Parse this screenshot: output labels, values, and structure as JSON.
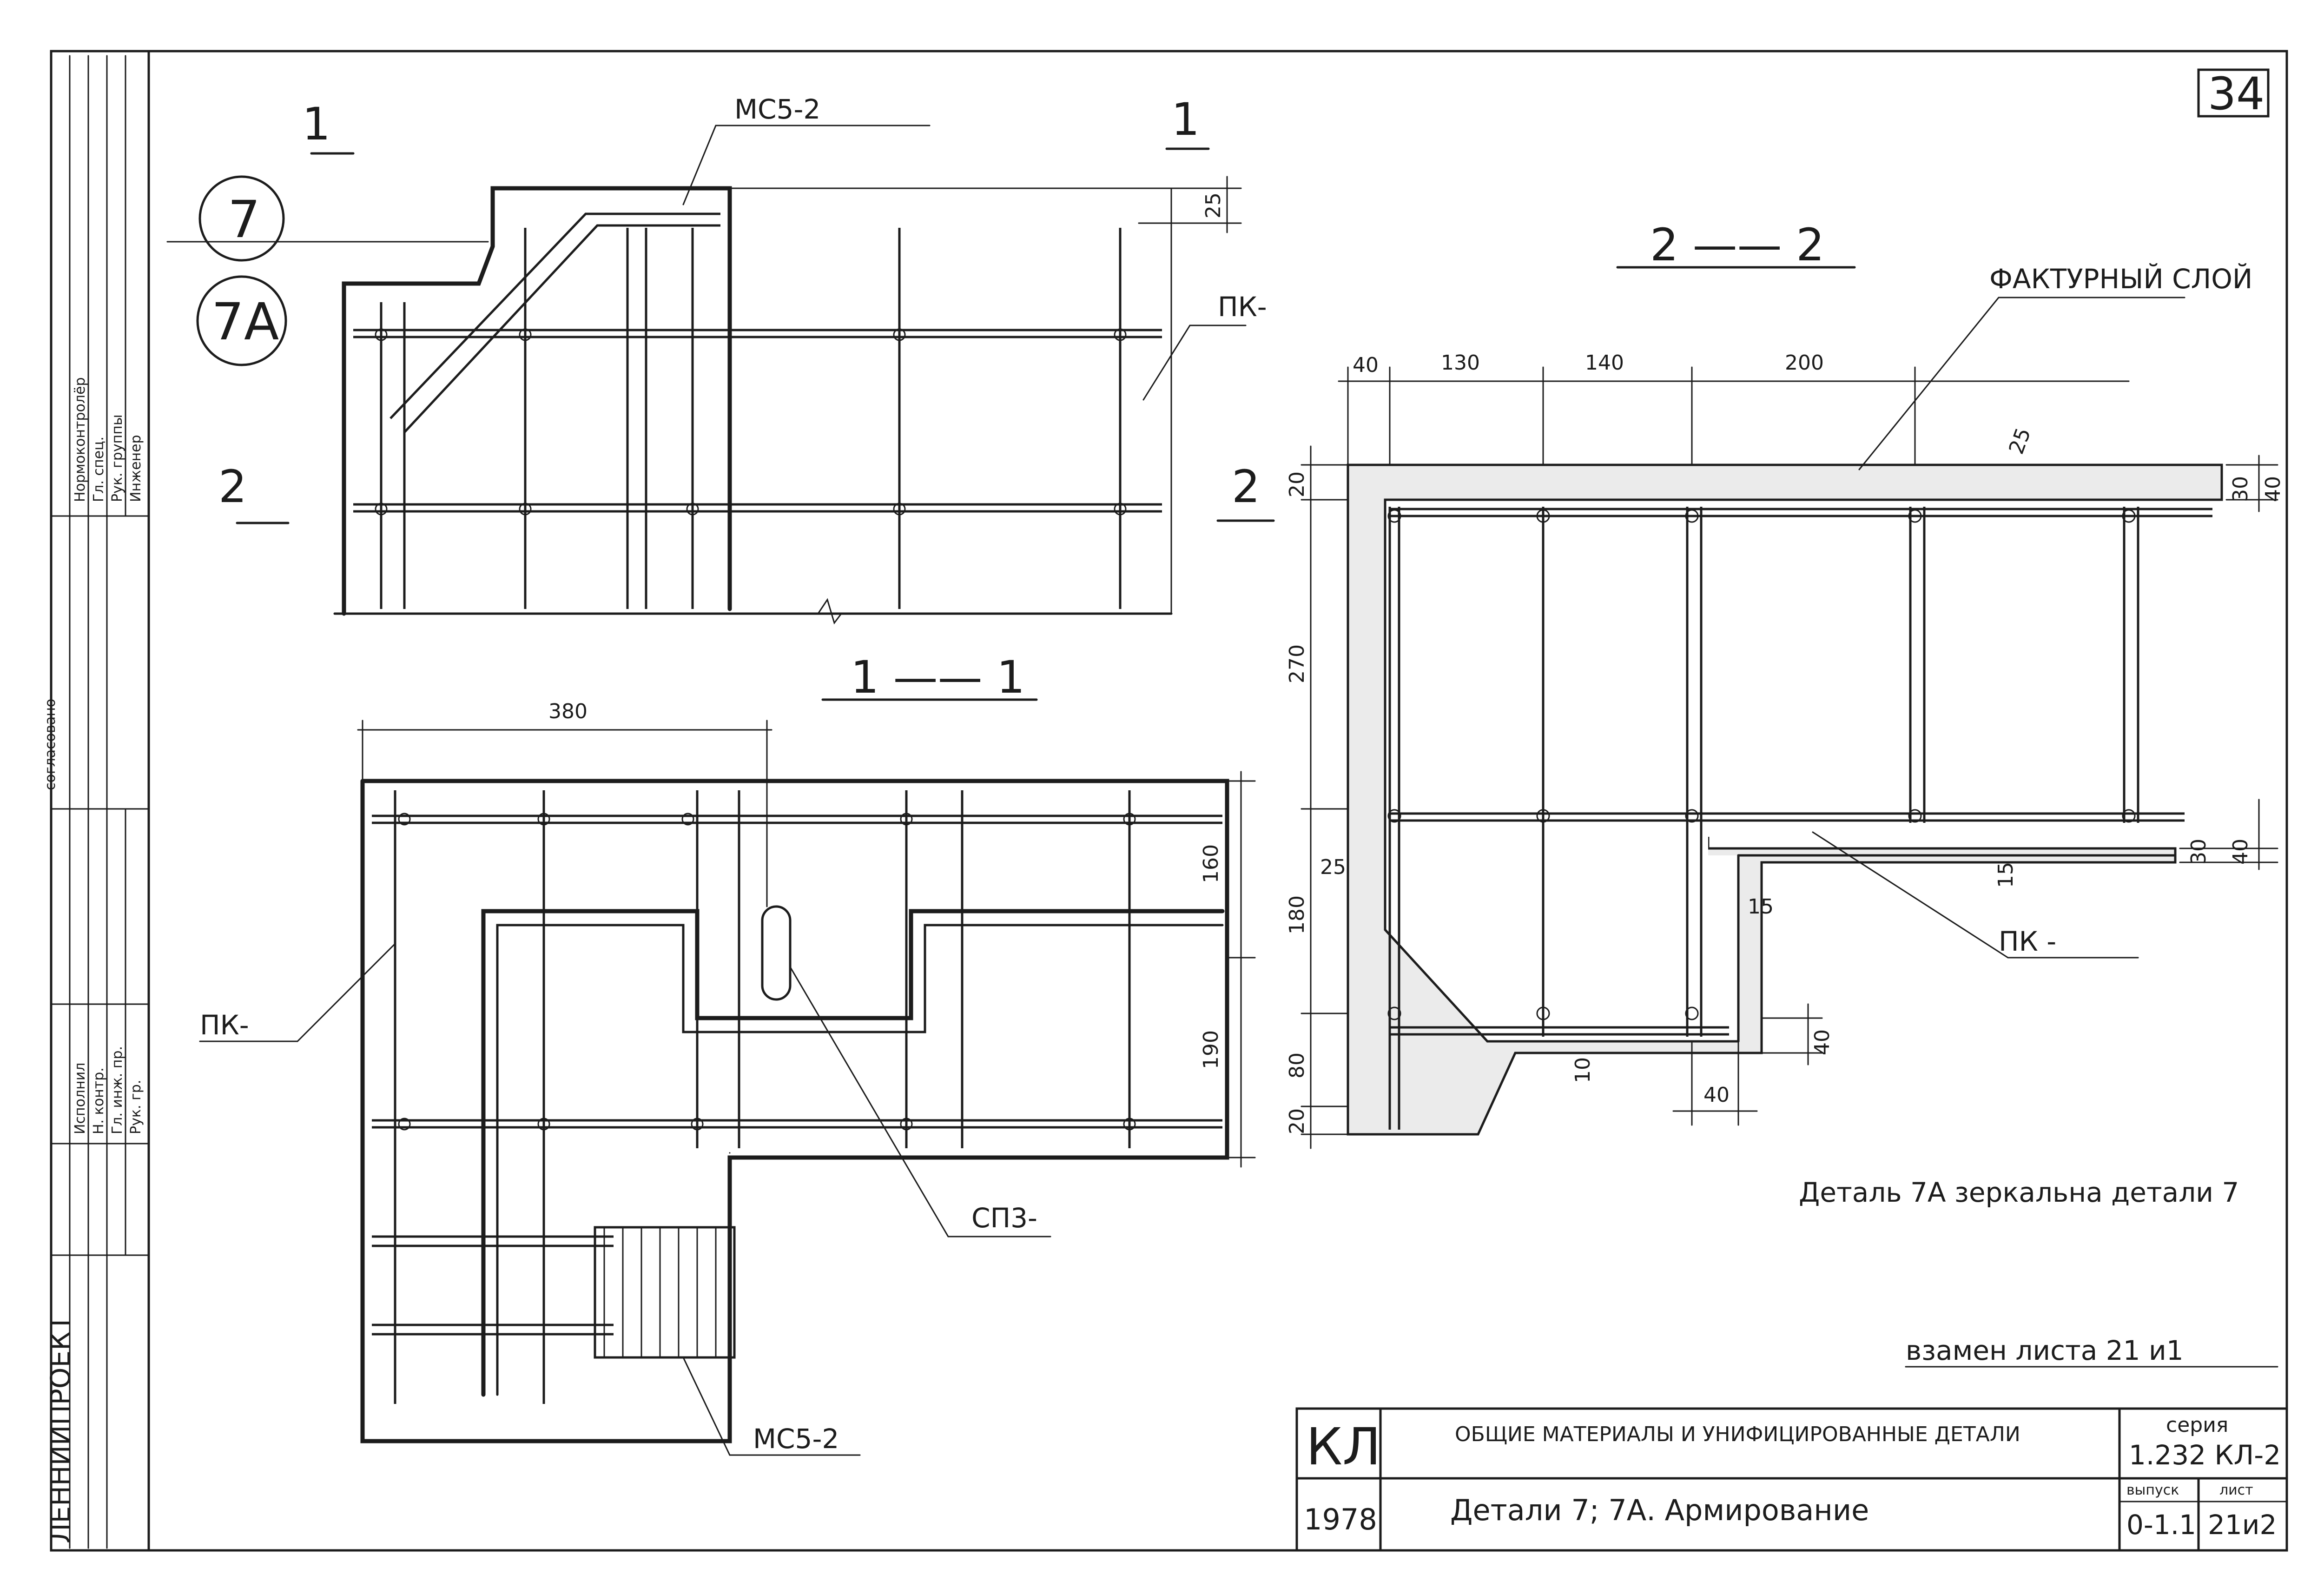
{
  "sheet_number": "34",
  "details": {
    "circle_7": "7",
    "circle_7a": "7А"
  },
  "callouts": {
    "mesh_top": "МС5-2",
    "mesh_bottom": "МС5-2",
    "pk_top": "ПК-",
    "pk_left": "ПК-",
    "pk_right": "ПК -",
    "spz": "СП3-",
    "facture_layer": "ФАКТУРНЫЙ СЛОЙ"
  },
  "sections": {
    "sec_1_1": "1 —— 1",
    "sec_2_2": "2 —— 2",
    "cut_top_left": "1",
    "cut_top_right": "1",
    "cut_mid_left": "2",
    "cut_mid_right": "2"
  },
  "dimensions": {
    "d25_top": "25",
    "d380": "380",
    "d160": "160",
    "d190": "190",
    "d40_a": "40",
    "d130": "130",
    "d140": "140",
    "d200": "200",
    "d25_b": "25",
    "d20_a": "20",
    "d30_a": "30",
    "d40_b": "40",
    "d270": "270",
    "d25_c": "25",
    "d180": "180",
    "d15_a": "15",
    "d15_b": "15",
    "d30_b": "30",
    "d40_c": "40",
    "d80": "80",
    "d20_b": "20",
    "d10": "10",
    "d40_d": "40",
    "d40_e": "40"
  },
  "notes": {
    "mirror_note": "Деталь 7А зеркальна детали 7",
    "replaces_note": "взамен листа 21 и1"
  },
  "title_block": {
    "org_code": "КЛ",
    "year": "1978",
    "title_1": "ОБЩИЕ МАТЕРИАЛЫ И УНИФИЦИРОВАННЫЕ ДЕТАЛИ",
    "title_2": "Детали 7; 7А. Армирование",
    "series_label": "серия",
    "series_value": "1.232 КЛ-2",
    "issue_label": "выпуск",
    "issue_value": "0-1.1",
    "sheet_label": "лист",
    "sheet_value": "21и2"
  },
  "side_stamp": {
    "institute": "ЛЕННИИПРОЕКТ",
    "agreed": "согласовано",
    "roles": [
      "Нормоконтролёр",
      "Гл. спец.",
      "Рук. группы",
      "Инженер",
      "Исполнил",
      "Н. контр.",
      "Гл. инж. пр.",
      "Рук. гр."
    ]
  }
}
